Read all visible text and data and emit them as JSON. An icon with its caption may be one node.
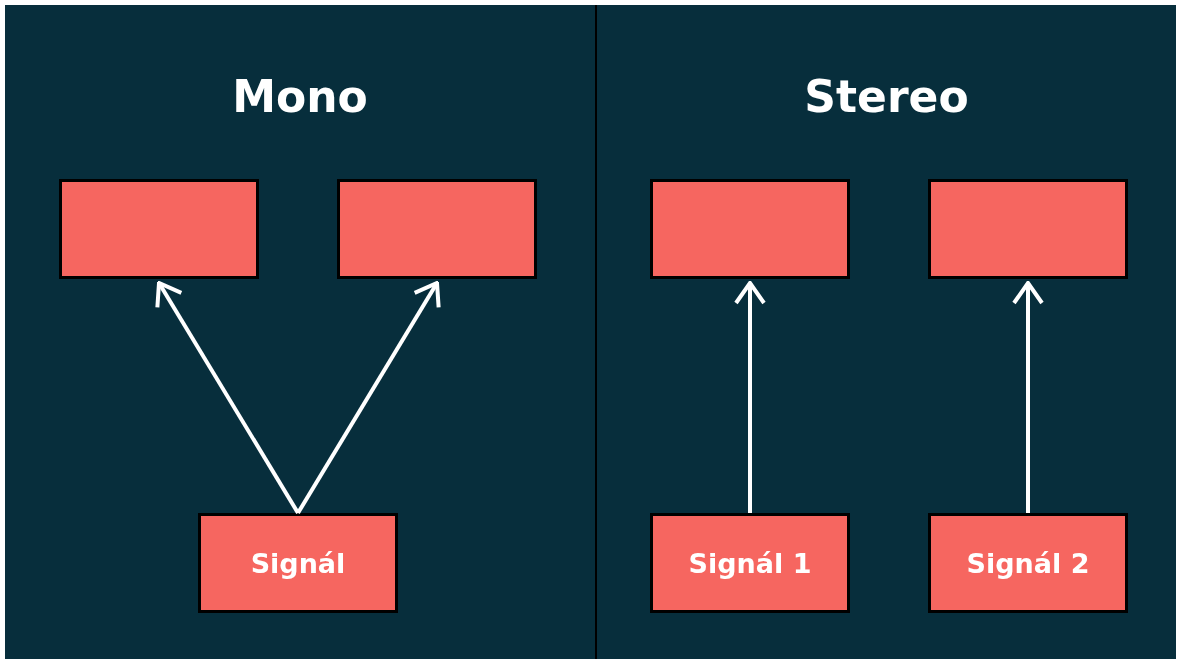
{
  "diagram": {
    "nodes": [
      {
        "text": [
          "Mono"
        ]
      },
      {
        "text": [],
        "shape": "box",
        "in": 0
      },
      {
        "text": [],
        "shape": "box",
        "in": 0
      },
      {
        "text": [
          "Signál"
        ],
        "in": 0
      },
      {
        "text": [
          "Stereo"
        ]
      },
      {
        "text": [],
        "shape": "box",
        "in": 4
      },
      {
        "text": [],
        "shape": "box",
        "in": 4
      },
      {
        "text": [
          "Signál 1"
        ],
        "in": 4
      },
      {
        "text": [
          "Signál 2"
        ],
        "in": 4
      }
    ],
    "edges": [
      {
        "from": 3,
        "to": 1,
        "arrow": "to"
      },
      {
        "from": 3,
        "to": 2,
        "arrow": "to"
      },
      {
        "from": 7,
        "to": 5,
        "arrow": "to"
      },
      {
        "from": 8,
        "to": 6,
        "arrow": "to"
      }
    ]
  }
}
